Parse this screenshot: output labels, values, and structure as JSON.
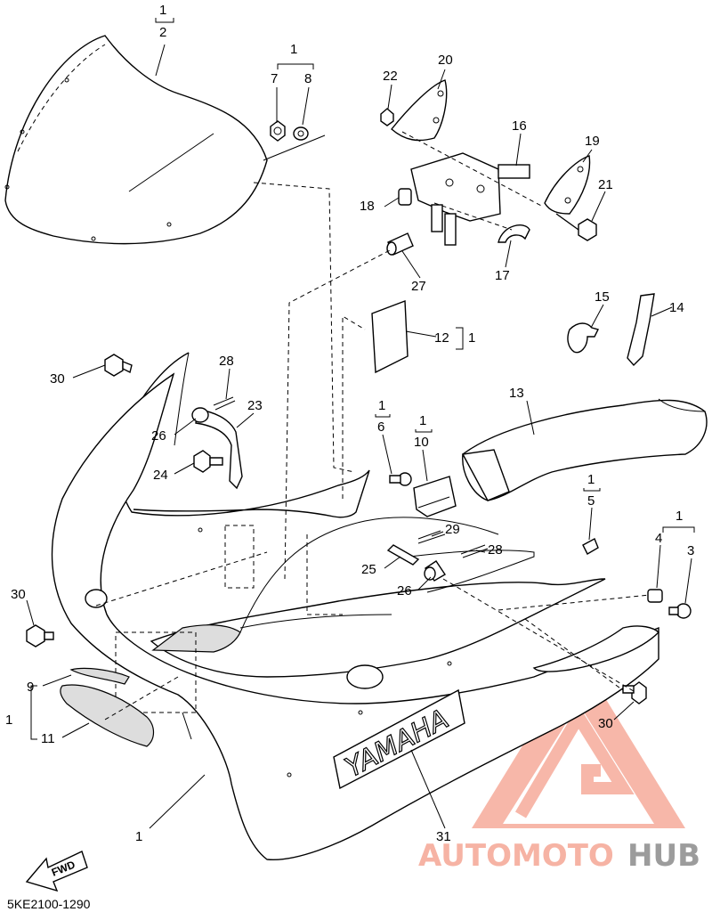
{
  "diagram_code": "5KE2100-1290",
  "fwd_label": "FWD",
  "brand_text": "YAMAHA",
  "watermark": {
    "part1": "AUTOMOTO",
    "part2": "HUB",
    "color_red": "#f26a50",
    "color_grey": "#9c9c9c"
  },
  "labels": {
    "p1_top": "1",
    "p2": "2",
    "p1_bolts": "1",
    "p7": "7",
    "p8": "8",
    "p22": "22",
    "p20": "20",
    "p16": "16",
    "p19": "19",
    "p21": "21",
    "p18": "18",
    "p17": "17",
    "p27": "27",
    "p12": "12",
    "p12_ref": "1",
    "p15": "15",
    "p14": "14",
    "p13": "13",
    "p30_a": "30",
    "p28_a": "28",
    "p23": "23",
    "p26_a": "26",
    "p24": "24",
    "p1_6": "1",
    "p6": "6",
    "p1_10": "1",
    "p10": "10",
    "p1_5": "1",
    "p5": "5",
    "p1_43": "1",
    "p4": "4",
    "p3": "3",
    "p29": "29",
    "p28_b": "28",
    "p25": "25",
    "p26_b": "26",
    "p30_b": "30",
    "p9": "9",
    "p1_left": "1",
    "p11": "11",
    "p30_c": "30",
    "p1_bottom": "1",
    "p31": "31"
  }
}
